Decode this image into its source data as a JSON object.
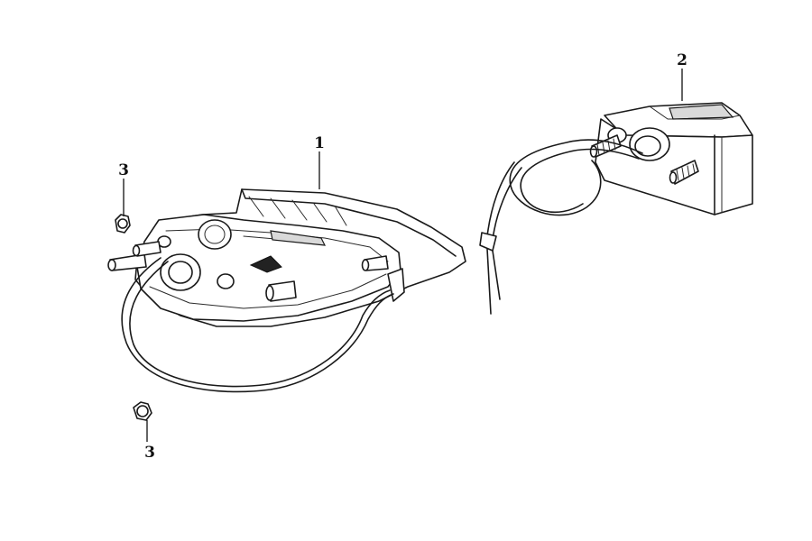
{
  "diagram": {
    "callouts": [
      {
        "id": "1",
        "label": "1"
      },
      {
        "id": "2",
        "label": "2"
      },
      {
        "id": "3a",
        "label": "3"
      },
      {
        "id": "3b",
        "label": "3"
      }
    ],
    "colors": {
      "line": "#1a1a1a",
      "background": "#ffffff",
      "shade": "#d9d9d9"
    }
  }
}
